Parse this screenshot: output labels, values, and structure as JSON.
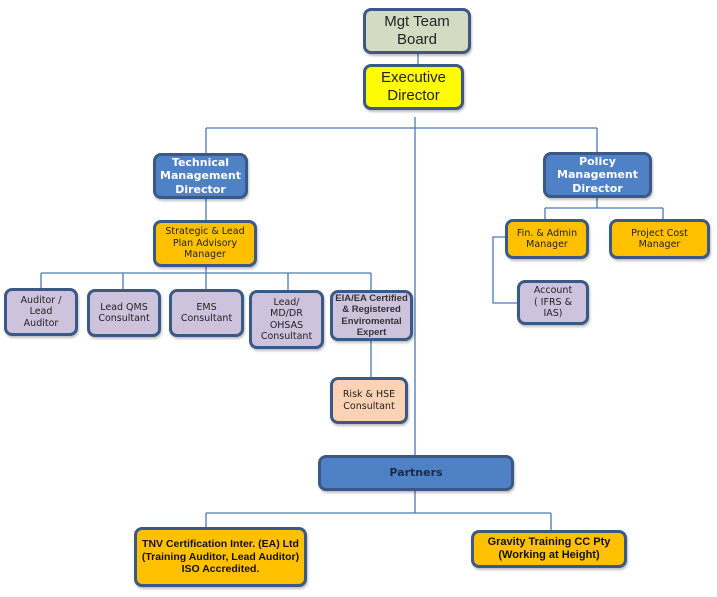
{
  "diagram": {
    "type": "org-chart",
    "colors": {
      "line": "#4a7ab5",
      "border": "#3b5987",
      "board": "#d3dcc2",
      "executive": "#fffb05",
      "director": "#4f81c7",
      "manager": "#ffc000",
      "consultant": "#cdc3dc",
      "risk": "#fbd3b4"
    },
    "nodes": {
      "board": "Mgt Team\nBoard",
      "executive": "Executive\nDirector",
      "technical": "Technical\nManagement\nDirector",
      "policy": "Policy\nManagement\nDirector",
      "strategic": "Strategic &  Lead\nPlan Advisory\nManager",
      "auditor": "Auditor /\nLead\nAuditor",
      "qms": "Lead QMS\nConsultant",
      "ems": "EMS\nConsultant",
      "ohsas": "Lead/\nMD/DR\nOHSAS\nConsultant",
      "eia": "EIA/EA Certified\n& Registered\nEnviromental\nExpert",
      "risk": "Risk  & HSE\nConsultant",
      "finadmin": "Fin. & Admin\nManager",
      "projectcost": "Project Cost\nManager",
      "account": "Account\n( IFRS &\nIAS)",
      "partners": "Partners",
      "tnv": "TNV Certification Inter. (EA) Ltd\n(Training Auditor, Lead Auditor)\nISO Accredited.",
      "gravity": "Gravity Training CC Pty\n(Working at Height)"
    }
  }
}
